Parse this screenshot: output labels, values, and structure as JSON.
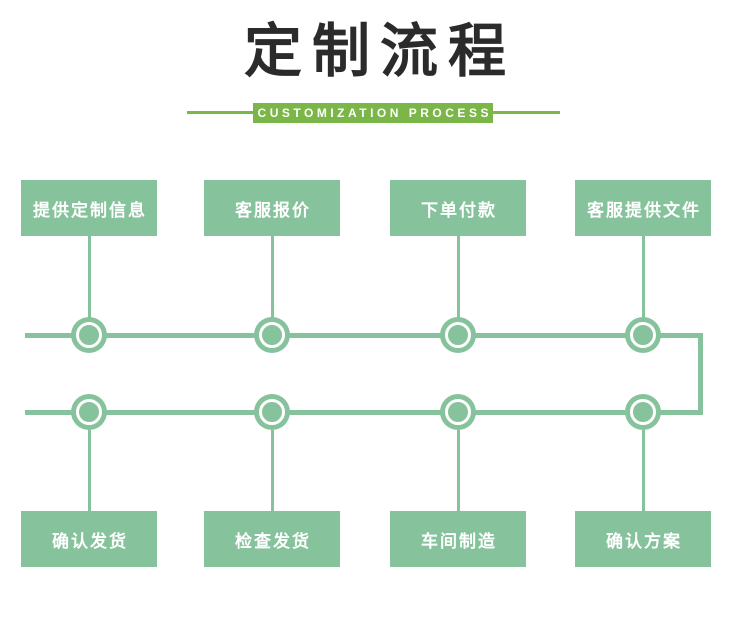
{
  "page": {
    "title": "定制流程",
    "subtitle": "CUSTOMIZATION PROCESS"
  },
  "colors": {
    "accent_green": "#7ab648",
    "flow_green": "#86c39c",
    "title_text": "#2b2b2b",
    "box_text": "#ffffff",
    "background": "#ffffff"
  },
  "flow": {
    "top_steps": [
      {
        "label": "提供定制信息"
      },
      {
        "label": "客服报价"
      },
      {
        "label": "下单付款"
      },
      {
        "label": "客服提供文件"
      }
    ],
    "bottom_steps": [
      {
        "label": "确认发货"
      },
      {
        "label": "检查发货"
      },
      {
        "label": "车间制造"
      },
      {
        "label": "确认方案"
      }
    ]
  }
}
